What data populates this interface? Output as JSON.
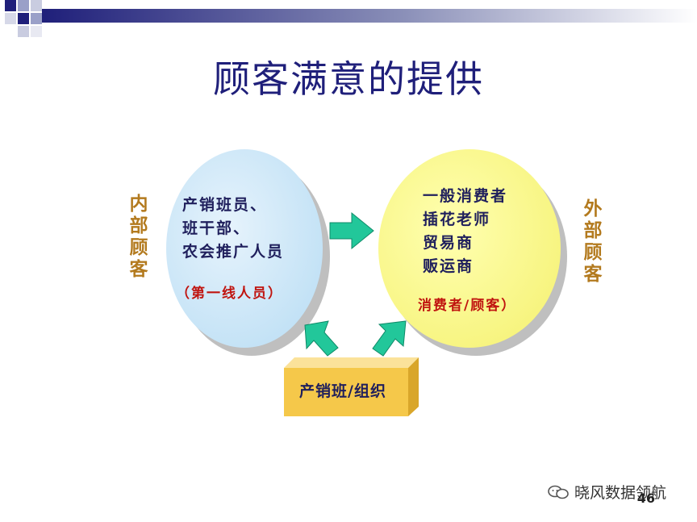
{
  "title": "顾客满意的提供",
  "left_side_label": "内部顾客",
  "right_side_label": "外部顾客",
  "left_circle": {
    "lines": [
      "产销班员、",
      "班干部、",
      "农会推广人员"
    ],
    "note": "（第一线人员）"
  },
  "right_circle": {
    "lines": [
      "一般消费者",
      "插花老师",
      "贸易商",
      "贩运商"
    ],
    "note": "消费者/顾客）"
  },
  "box_label": "产销班/组织",
  "page_number": "46",
  "watermark": "晓风数据领航",
  "colors": {
    "title": "#1f1f7a",
    "left_circle": "#cfe8f8",
    "right_circle": "#fafa8c",
    "arrow": "#22c79a",
    "box": "#f5c84a",
    "side_label": "#b37a1e",
    "note": "#c0140f"
  }
}
